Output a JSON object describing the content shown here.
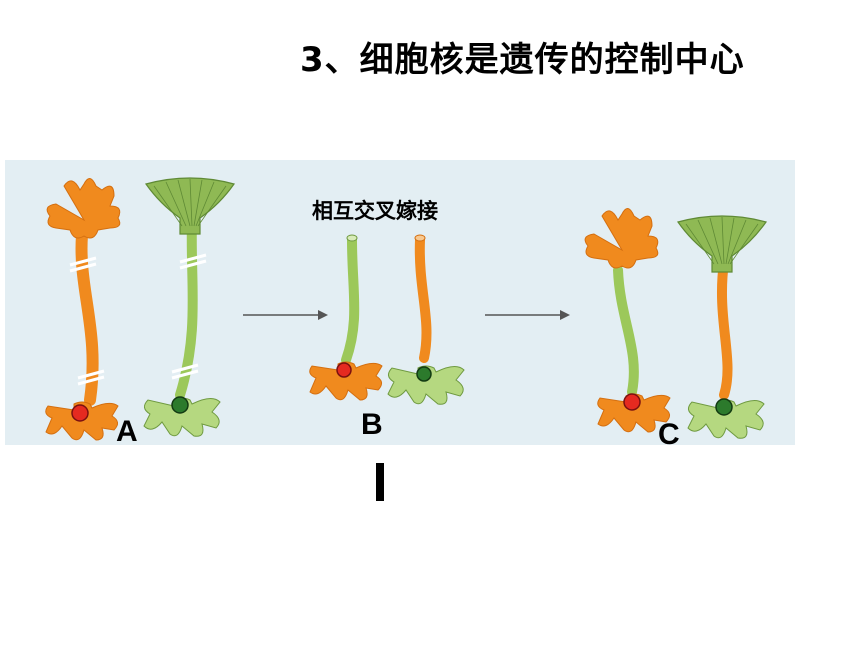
{
  "title": "3、细胞核是遗传的控制中心",
  "graft_label": "相互交叉嫁接",
  "labels": {
    "a": "A",
    "b": "B",
    "c": "C"
  },
  "colors": {
    "orange": "#f08a1e",
    "green": "#9cc85a",
    "dark_green": "#7fa046",
    "nucleus_red": "#e52a20",
    "nucleus_green": "#2c7a2c",
    "panel_bg": "#e3eef3"
  }
}
